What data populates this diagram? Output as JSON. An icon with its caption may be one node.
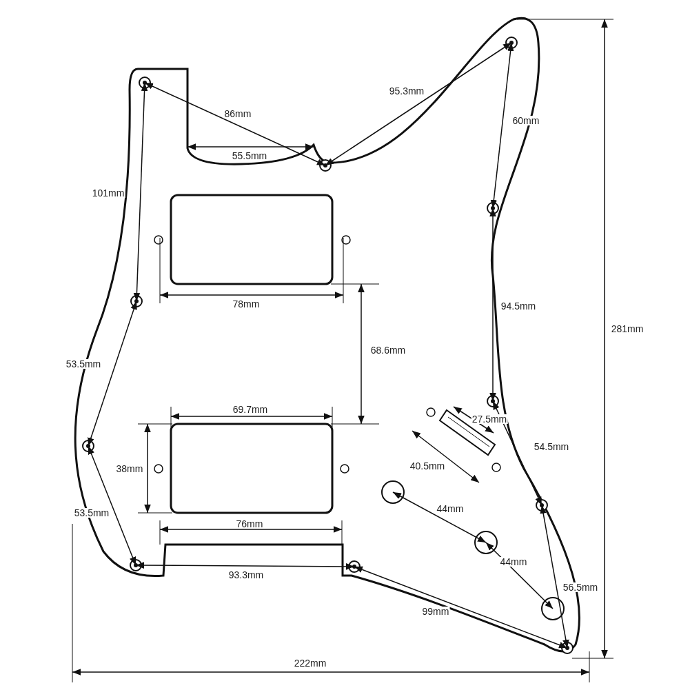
{
  "diagram": {
    "labels": [
      "95.3mm",
      "86mm",
      "60mm",
      "55.5mm",
      "101mm",
      "78mm",
      "94.5mm",
      "281mm",
      "68.6mm",
      "53.5mm",
      "69.7mm",
      "27.5mm",
      "54.5mm",
      "38mm",
      "40.5mm",
      "44mm",
      "53.5mm",
      "76mm",
      "44mm",
      "93.3mm",
      "56.5mm",
      "99mm",
      "222mm"
    ]
  }
}
